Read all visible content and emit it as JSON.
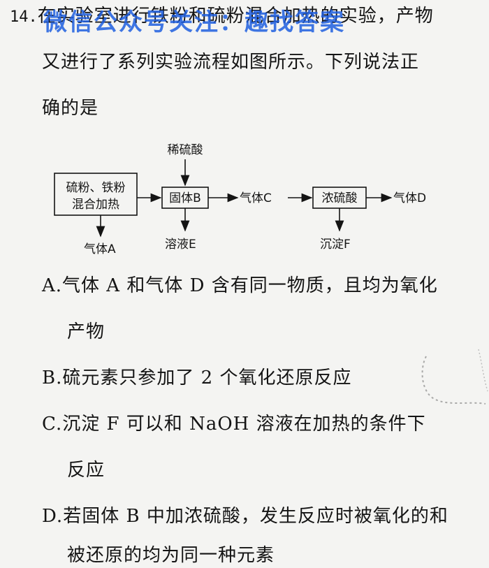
{
  "question": {
    "number": "14.",
    "stem_lines": [
      "在实验室进行铁粉和硫粉混合加热的实验，产物",
      "又进行了系列实验流程如图所示。下列说法正",
      "确的是"
    ]
  },
  "watermark": "微信公众号关注：趣找答案",
  "diagram": {
    "start_box": [
      "硫粉、铁粉",
      "混合加热"
    ],
    "reagent_top": "稀硫酸",
    "box_solid_b": "固体B",
    "gas_c": "气体C",
    "box_conc_acid": "浓硫酸",
    "gas_d": "气体D",
    "gas_a": "气体A",
    "solution_e": "溶液E",
    "precipitate_f": "沉淀F"
  },
  "options": [
    {
      "label": "A.",
      "lines": [
        "气体 A 和气体 D 含有同一物质，且均为氧化",
        "产物"
      ]
    },
    {
      "label": "B.",
      "lines": [
        "硫元素只参加了 2 个氧化还原反应"
      ]
    },
    {
      "label": "C.",
      "lines": [
        "沉淀 F 可以和 NaOH 溶液在加热的条件下",
        "反应"
      ]
    },
    {
      "label": "D.",
      "lines": [
        "若固体 B 中加浓硫酸，发生反应时被氧化的和",
        "被还原的均为同一种元素"
      ]
    }
  ]
}
